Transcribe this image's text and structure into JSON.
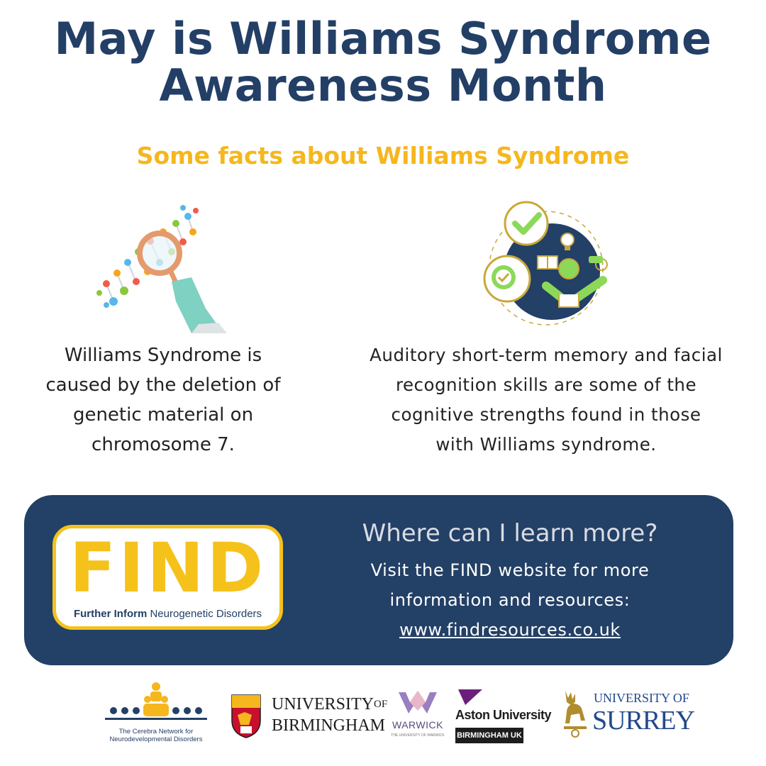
{
  "header": {
    "title_line1": "May is Williams Syndrome",
    "title_line2": "Awareness Month",
    "subtitle": "Some facts about Williams Syndrome"
  },
  "facts": [
    {
      "icon": "dna-magnifier-icon",
      "lines": [
        "Williams Syndrome is",
        "caused by the deletion of",
        "genetic material on",
        "chromosome 7."
      ]
    },
    {
      "icon": "cognitive-strengths-icon",
      "lines": [
        "Auditory short-term memory and facial",
        "recognition skills are some of the",
        "cognitive strengths found in those",
        "with Williams syndrome."
      ]
    }
  ],
  "learn_more": {
    "logo_word": "FIND",
    "logo_tagline_bold": "Further Inform",
    "logo_tagline_rest": " Neurogenetic Disorders",
    "heading": "Where can I learn more?",
    "line1": "Visit the FIND website for more",
    "line2": "information and resources:",
    "link": "www.findresources.co.uk"
  },
  "partners": {
    "cerebra_line1": "The Cerebra Network for",
    "cerebra_line2": "Neurodevelopmental Disorders",
    "birmingham_line1": "UNIVERSITY",
    "birmingham_of": "OF",
    "birmingham_line2": "BIRMINGHAM",
    "warwick": "WARWICK",
    "warwick_sub": "THE UNIVERSITY OF WARWICK",
    "aston": "Aston University",
    "aston_sub": "BIRMINGHAM UK",
    "surrey_line1": "UNIVERSITY OF",
    "surrey_line2": "SURREY"
  },
  "colors": {
    "navy": "#234066",
    "gold": "#f5b71d"
  }
}
